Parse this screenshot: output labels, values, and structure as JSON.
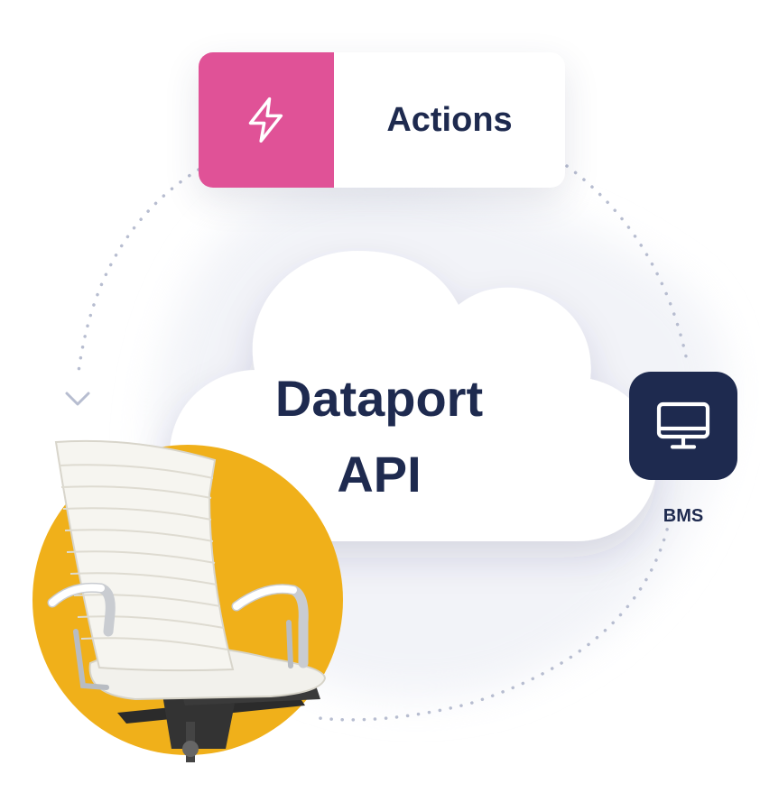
{
  "actions": {
    "label": "Actions",
    "icon": "lightning-bolt-icon",
    "accent": "#e05297"
  },
  "cloud": {
    "line1": "Dataport",
    "line2": "API",
    "icon": "cloud-shape"
  },
  "bms": {
    "label": "BMS",
    "icon": "desktop-monitor-icon",
    "color": "#1e2a4f"
  },
  "chair": {
    "icon": "office-chair-illustration",
    "circle_color": "#f0b01a"
  },
  "colors": {
    "text": "#1e2a4f",
    "dotted_path": "#b7bdd0",
    "background": "#ffffff"
  }
}
